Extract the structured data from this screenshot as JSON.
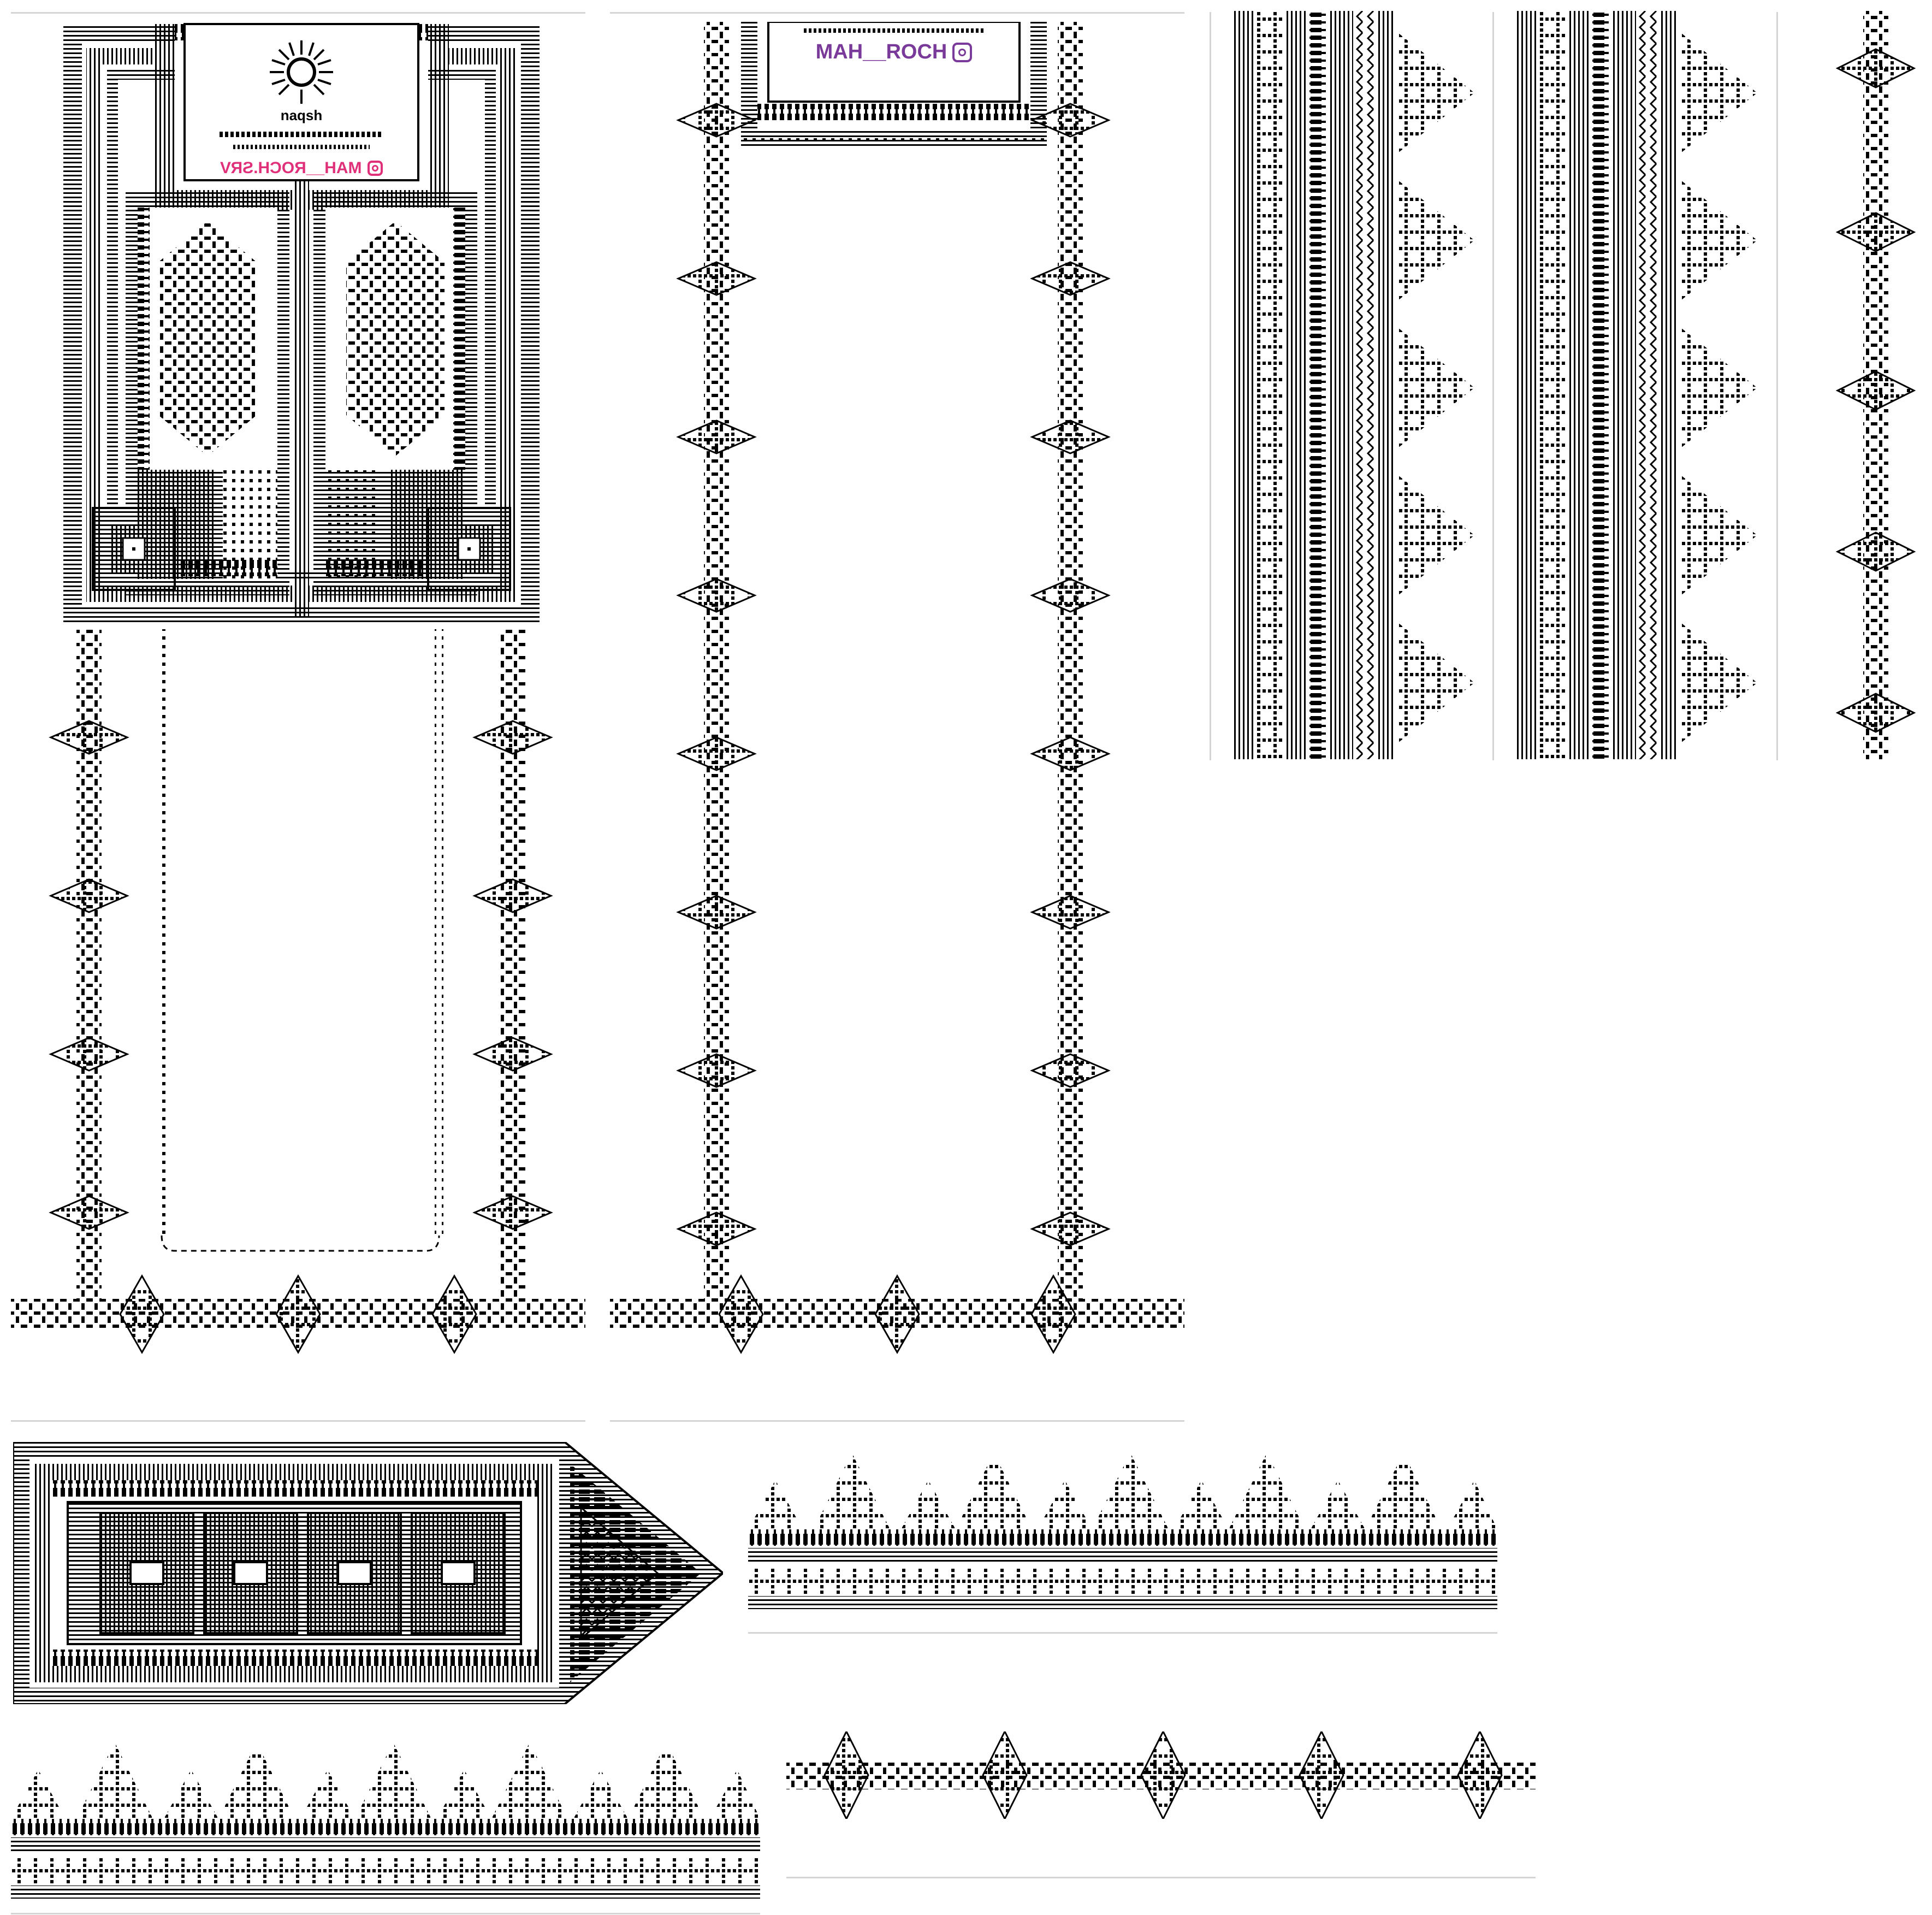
{
  "colors": {
    "stitch": "#000000",
    "background": "#ffffff",
    "brand_pink": "#e0307a",
    "brand_purple": "#7a3a9a",
    "rule": "#d4d4d4"
  },
  "yoke_label": {
    "brand_handle_mirrored": "MAH__ROCH.SRV",
    "brand_handle": "MAH__ROCH",
    "logo_text": "naqsh",
    "logo_icon": "sunburst-logo",
    "instagram_icon": "instagram-icon"
  }
}
